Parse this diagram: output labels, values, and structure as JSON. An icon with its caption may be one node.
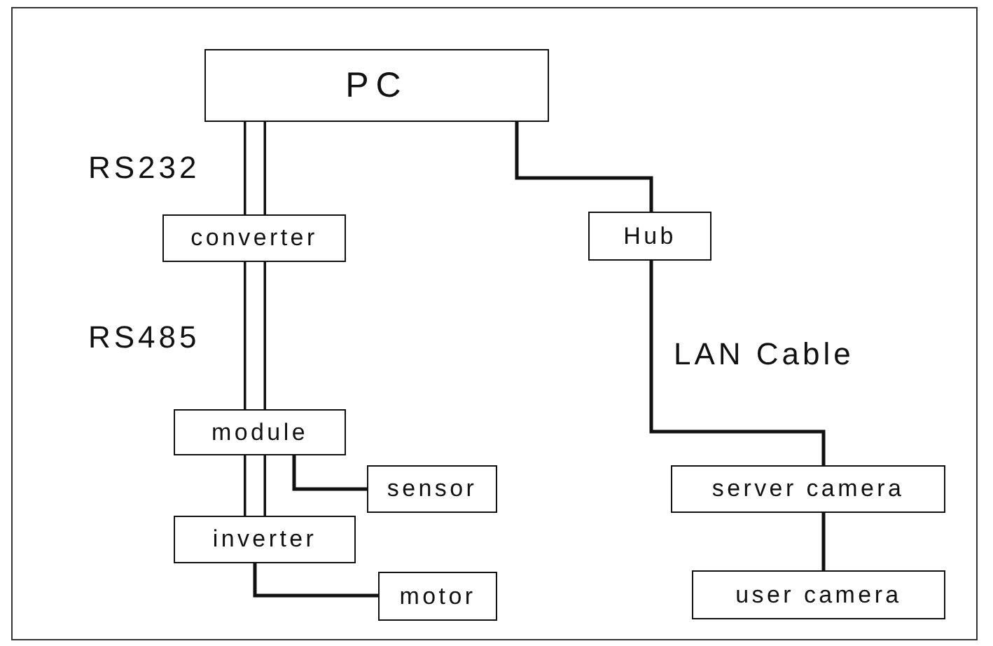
{
  "diagram": {
    "nodes": [
      {
        "text": [
          "PC"
        ]
      },
      {
        "text": [
          "converter"
        ]
      },
      {
        "text": [
          "Hub"
        ]
      },
      {
        "text": [
          "module"
        ]
      },
      {
        "text": [
          "sensor"
        ]
      },
      {
        "text": [
          "inverter"
        ]
      },
      {
        "text": [
          "server camera"
        ]
      },
      {
        "text": [
          "motor"
        ]
      },
      {
        "text": [
          "user camera"
        ]
      }
    ],
    "edges": [
      {
        "from": 0,
        "to": 1,
        "arrow": "none",
        "style": "thick"
      },
      {
        "from": 1,
        "to": 3,
        "arrow": "none",
        "style": "thick"
      },
      {
        "from": 3,
        "to": 5,
        "arrow": "none",
        "style": "thick"
      },
      {
        "from": 3,
        "to": 4,
        "arrow": "none"
      },
      {
        "from": 5,
        "to": 7,
        "arrow": "none"
      },
      {
        "from": 0,
        "to": 2,
        "arrow": "none"
      },
      {
        "from": 2,
        "to": 6,
        "arrow": "none"
      },
      {
        "from": 6,
        "to": 8,
        "arrow": "none"
      }
    ],
    "labels": [
      "RS232",
      "RS485",
      "LAN Cable"
    ]
  }
}
